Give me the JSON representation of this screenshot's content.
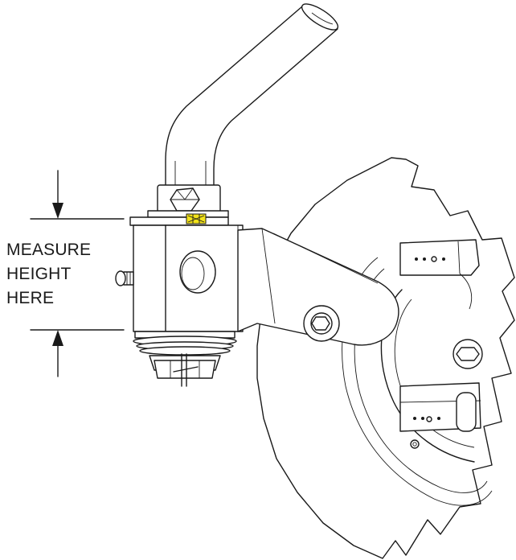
{
  "callout": {
    "lines": [
      "MEASURE",
      "HEIGHT",
      "HERE"
    ]
  },
  "colors": {
    "line": "#1a1a1a",
    "background": "#ffffff",
    "wear_marker": "#f2e21a"
  }
}
